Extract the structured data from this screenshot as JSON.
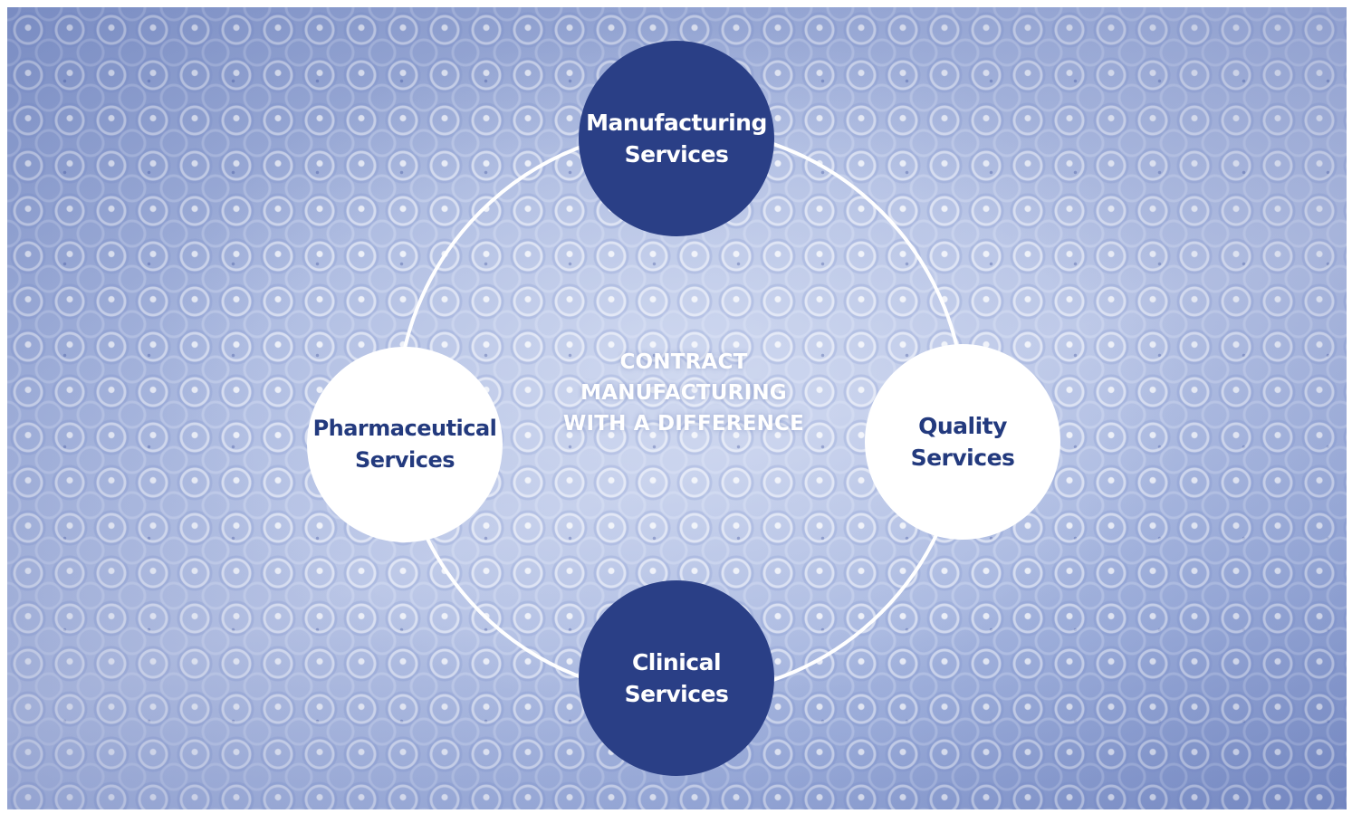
{
  "diagram": {
    "center_text": "CONTRACT\nMANUFACTURING\nWITH A DIFFERENCE",
    "nodes": {
      "top": "Manufacturing\nServices",
      "right": "Quality\nServices",
      "bottom": "Clinical\nServices",
      "left": "Pharmaceutical\nServices"
    }
  },
  "colors": {
    "dark_node": "#2a3f86",
    "light_node": "#ffffff",
    "ring": "#ffffff"
  }
}
